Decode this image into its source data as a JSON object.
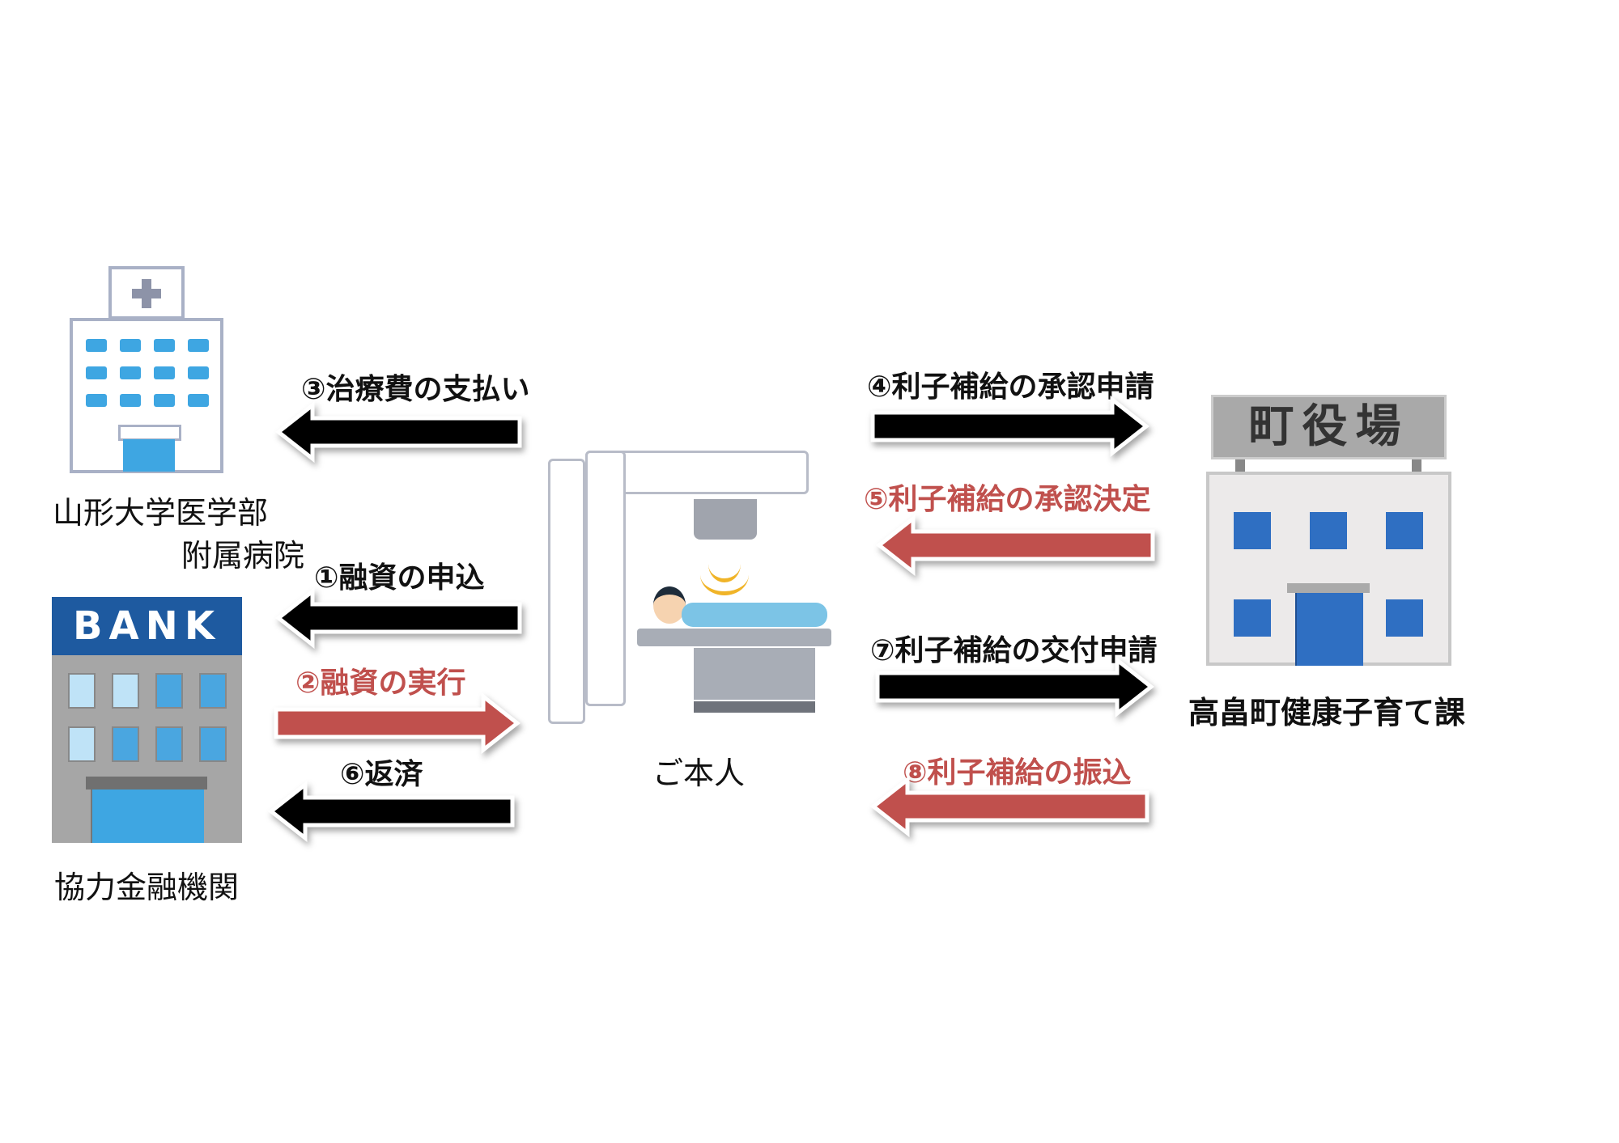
{
  "hospital": {
    "label_line1": "山形大学医学部",
    "label_line2": "附属病院"
  },
  "bank": {
    "sign": "BANK",
    "label": "協力金融機関"
  },
  "person": {
    "label": "ご本人"
  },
  "town_hall": {
    "sign": "町役場",
    "label": "高畠町健康子育て課"
  },
  "flows": [
    {
      "label": "③治療費の支払い",
      "direction": "left",
      "color": "#000000"
    },
    {
      "label": "①融資の申込",
      "direction": "left",
      "color": "#000000"
    },
    {
      "label": "②融資の実行",
      "direction": "right",
      "color": "#c0504d"
    },
    {
      "label": "⑥返済",
      "direction": "left",
      "color": "#000000"
    },
    {
      "label": "④利子補給の承認申請",
      "direction": "right",
      "color": "#000000"
    },
    {
      "label": "⑤利子補給の承認決定",
      "direction": "left",
      "color": "#c0504d"
    },
    {
      "label": "⑦利子補給の交付申請",
      "direction": "right",
      "color": "#000000"
    },
    {
      "label": "⑧利子補給の振込",
      "direction": "left",
      "color": "#c0504d"
    }
  ]
}
